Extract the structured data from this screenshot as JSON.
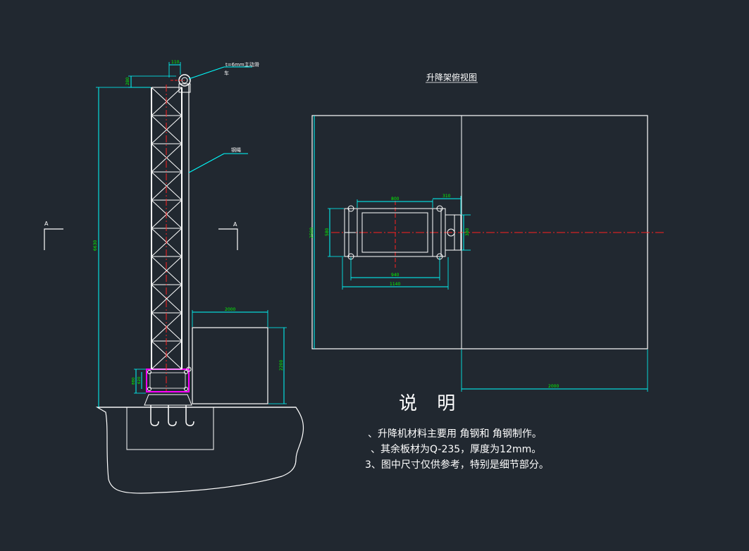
{
  "title": "升降架俯视图",
  "notes_title": "说 明",
  "notes": [
    "、升降机材料主要用 角钢和 角钢制作。",
    "、其余板材为Q-235，厚度为12mm。",
    "3、图中尺寸仅供参考，特别是细节部分。"
  ],
  "labels": {
    "pulley": "t=6mm主动滑",
    "pulley2": "车",
    "rope": "钢绳",
    "section_a_left": "A",
    "section_a_right": "A"
  },
  "dimensions": {
    "top_110": "110",
    "top_280": "280",
    "height_6630": "6630",
    "box_2000": "2000",
    "box_2200": "2200",
    "base_880": "880",
    "base_620": "620",
    "plan_800": "800",
    "plan_310": "310",
    "plan_2500": "2500",
    "plan_580": "580",
    "plan_380": "380",
    "plan_940": "940",
    "plan_1140": "1140",
    "plan_2000": "2000"
  },
  "colors": {
    "background": "#212830",
    "structure": "#ffffff",
    "dimension": "#00ffff",
    "dim_text": "#00ff00",
    "centerline": "#ff2020",
    "base_plate": "#ff00ff"
  }
}
